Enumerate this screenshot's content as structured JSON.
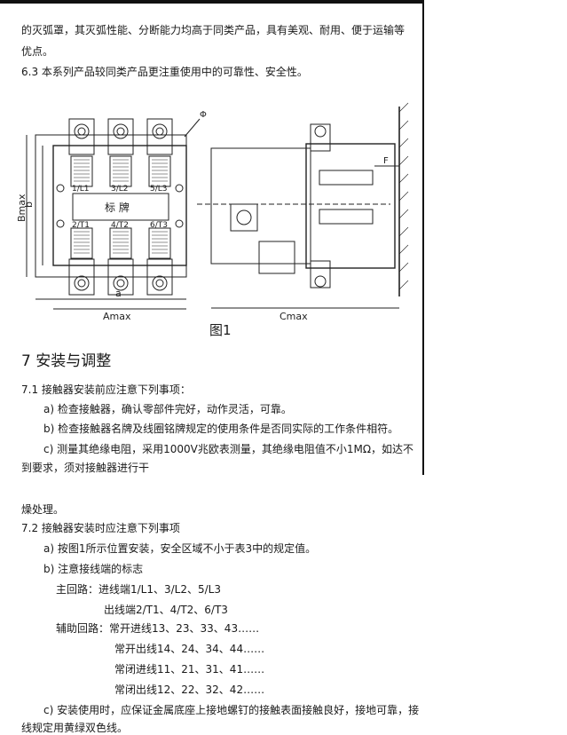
{
  "page": {
    "intro_line1": "的灭弧罩，其灭弧性能、分断能力均高于同类产品，具有美观、耐用、便于运输等",
    "intro_line2": "优点。",
    "sec63": "6.3 本系列产品较同类产品更注重使用中的可靠性、安全性。",
    "figure": {
      "caption": "图1",
      "label_a": "a",
      "label_amax": "Amax",
      "label_b": "b",
      "label_bmax": "Bmax",
      "label_cmax": "Cmax",
      "label_f": "F",
      "label_phi": "Φ",
      "nameplate": "标 牌",
      "terminals_top": [
        "1/L1",
        "3/L2",
        "5/L3"
      ],
      "terminals_bottom": [
        "2/T1",
        "4/T2",
        "6/T3"
      ]
    },
    "sec7_title": "7  安装与调整",
    "sec71": "7.1 接触器安装前应注意下列事项：",
    "item71a": "a) 检查接触器，确认零部件完好，动作灵活，可靠。",
    "item71b": "b) 检查接触器名牌及线圈铭牌规定的使用条件是否同实际的工作条件相符。",
    "item71c_1": "c) 测量其绝缘电阻，采用1000V兆欧表测量，其绝缘电阻值不小1MΩ，如达不",
    "item71c_2": "到要求，须对接触器进行干",
    "cont_line": "燥处理。",
    "sec72": "7.2 接触器安装时应注意下列事项",
    "item72a": "a) 按图1所示位置安装，安全区域不小于表3中的规定值。",
    "item72b": "b) 注意接线端的标志",
    "main_circuit_in": "主回路：进线端1/L1、3/L2、5/L3",
    "main_circuit_out": "出线端2/T1、4/T2、6/T3",
    "aux_no_in": "辅助回路：常开进线13、23、33、43……",
    "aux_no_out": "常开出线14、24、34、44……",
    "aux_nc_in": "常闭进线11、21、31、41……",
    "aux_nc_out": "常闭出线12、22、32、42……",
    "item72c_1": "c) 安装使用时，应保证金属底座上接地螺钉的接触表面接触良好，接地可靠，接",
    "item72c_2": "线规定用黄绿双色线。"
  }
}
